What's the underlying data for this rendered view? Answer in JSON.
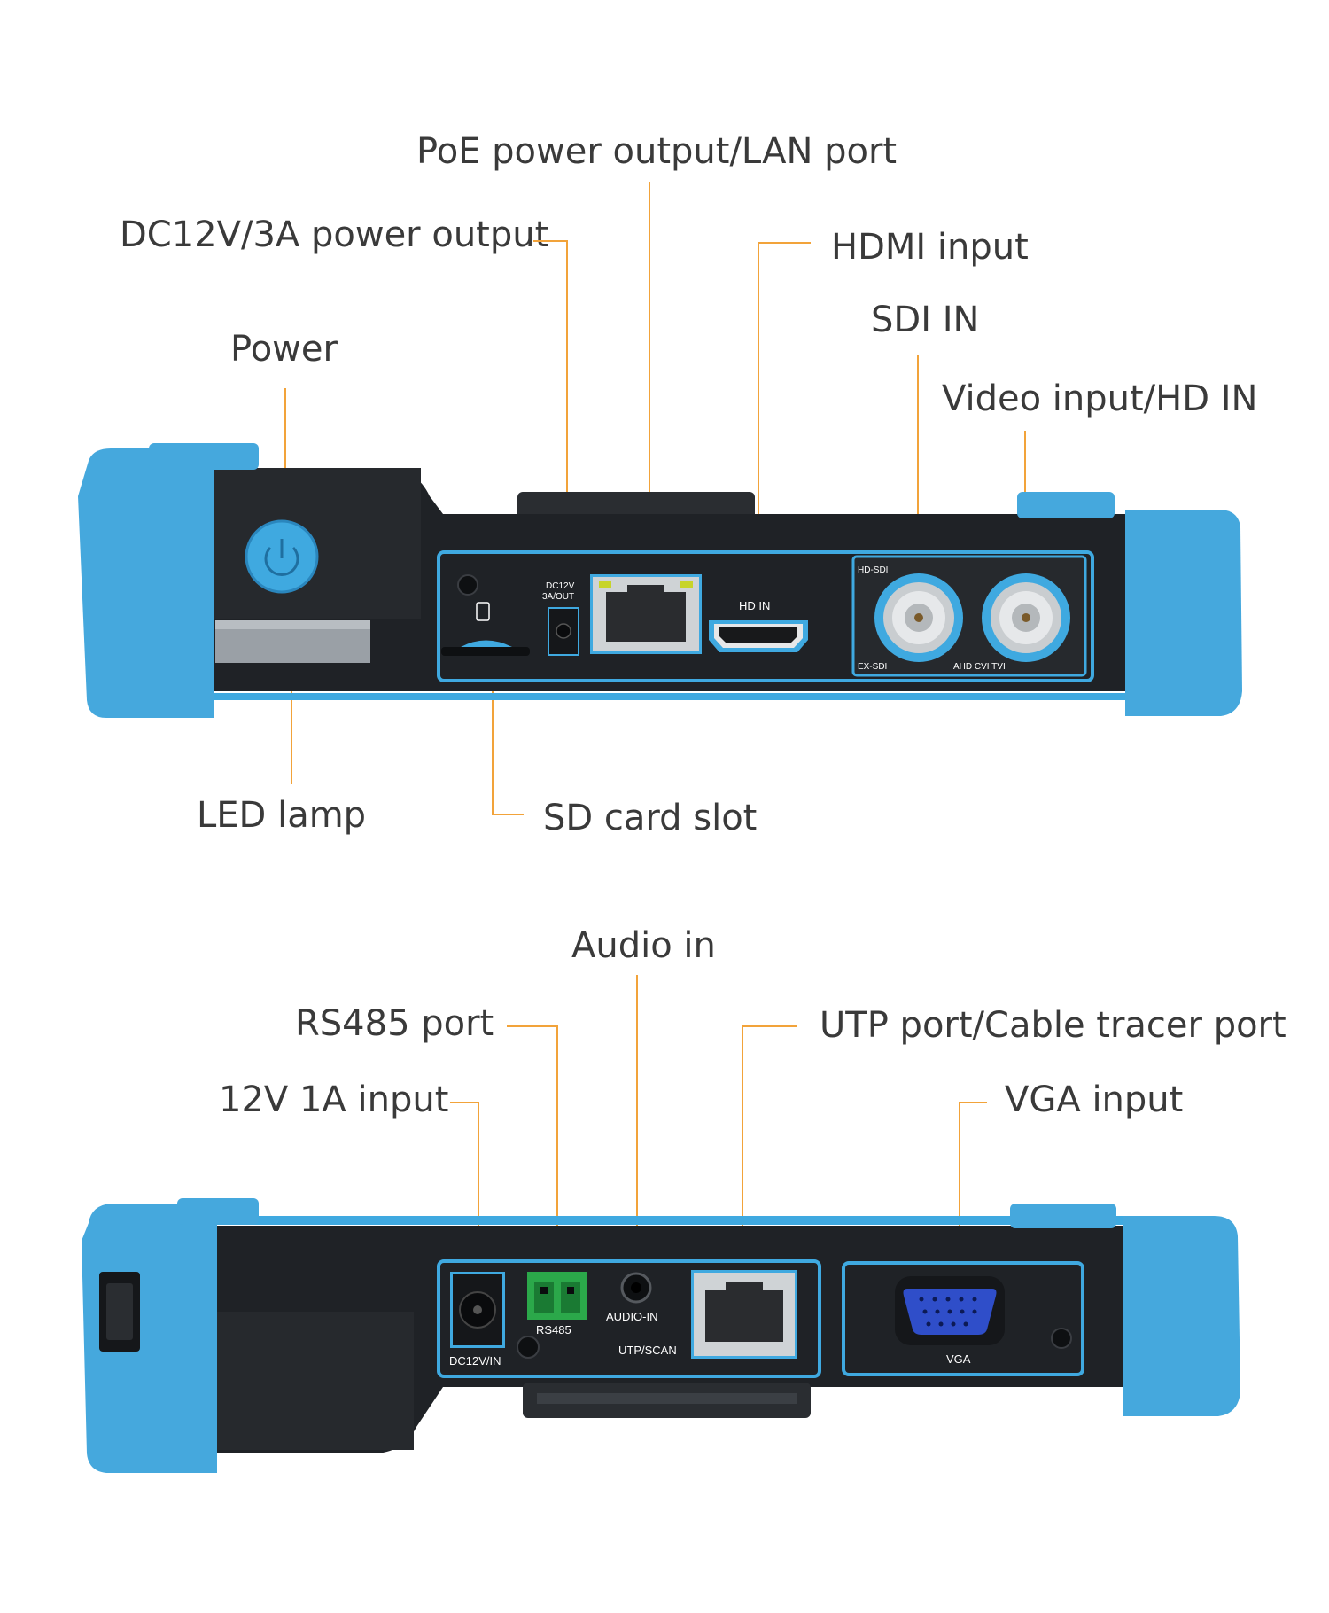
{
  "top_callouts": {
    "poe_lan": "PoE power output/LAN port",
    "dc_output": "DC12V/3A power output",
    "hdmi_input": "HDMI input",
    "sdi_in": "SDI IN",
    "power": "Power",
    "video_input": "Video input/HD IN",
    "led_lamp": "LED lamp",
    "sd_card": "SD card slot"
  },
  "top_panel_text": {
    "dc_line1": "DC12V",
    "dc_line2": "3A/OUT",
    "hd_in": "HD IN",
    "hd_sdi": "HD-SDI",
    "ex_sdi": "EX-SDI",
    "ahd_cvi_tvi": "AHD CVI TVI"
  },
  "bottom_callouts": {
    "audio_in": "Audio in",
    "rs485_port": "RS485 port",
    "utp_port": "UTP port/Cable tracer port",
    "input_12v": "12V 1A input",
    "vga_input": "VGA input"
  },
  "bottom_panel_text": {
    "dc12v_in": "DC12V/IN",
    "rs485": "RS485",
    "audio_in": "AUDIO-IN",
    "utp_scan": "UTP/SCAN",
    "vga": "VGA"
  },
  "colors": {
    "accent_blue": "#3fa9e0",
    "bumper_blue": "#45a8dd",
    "body_dark": "#1f2226",
    "leader_orange": "#f2a33a",
    "label_gray": "#3a3a3a"
  }
}
